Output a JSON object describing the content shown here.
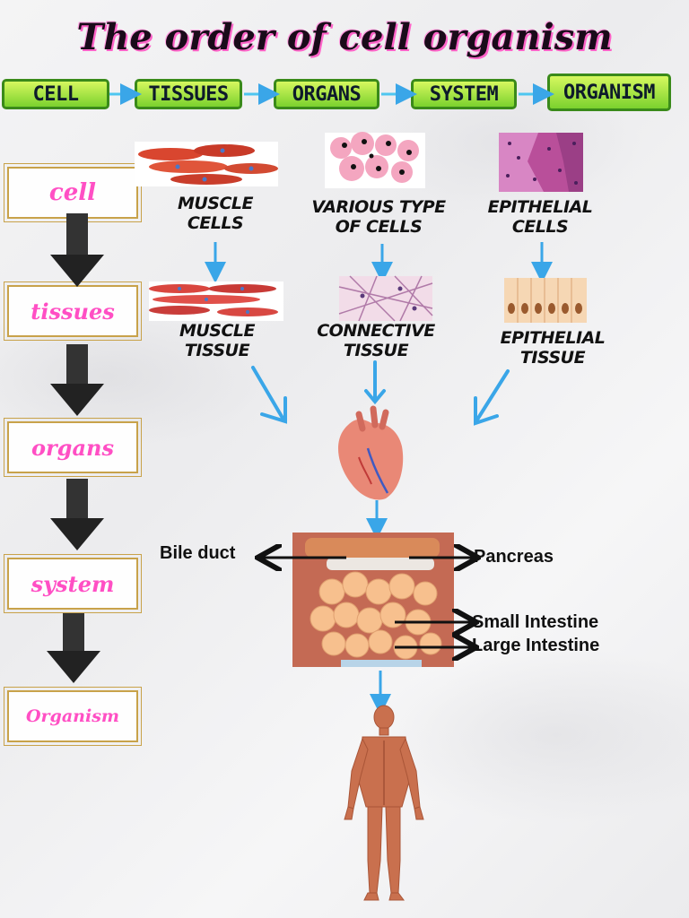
{
  "title": "The order of cell organism",
  "steps": [
    "CELL",
    "TISSUES",
    "ORGANS",
    "SYSTEM",
    "ORGANISM"
  ],
  "levels": [
    "cell",
    "tissues",
    "organs",
    "system",
    "Organism"
  ],
  "cells": {
    "muscle": "MUSCLE CELLS",
    "various": "VARIOUS TYPE OF CELLS",
    "epithelial": "EPITHELIAL CELLS"
  },
  "tissues": {
    "muscle": "MUSCLE TISSUE",
    "connective": "CONNECTIVE TISSUE",
    "epithelial": "EPITHELIAL TISSUE"
  },
  "organ_labels": {
    "bile_duct": "Bile duct",
    "pancreas": "Pancreas",
    "small_intestine": "Small Intestine",
    "large_intestine": "Large Intestine"
  },
  "colors": {
    "accent_pink": "#ff4fc4",
    "step_green": "#7bd12e",
    "arrow_blue": "#3aa6e8",
    "frame_gold": "#c8a24a"
  }
}
